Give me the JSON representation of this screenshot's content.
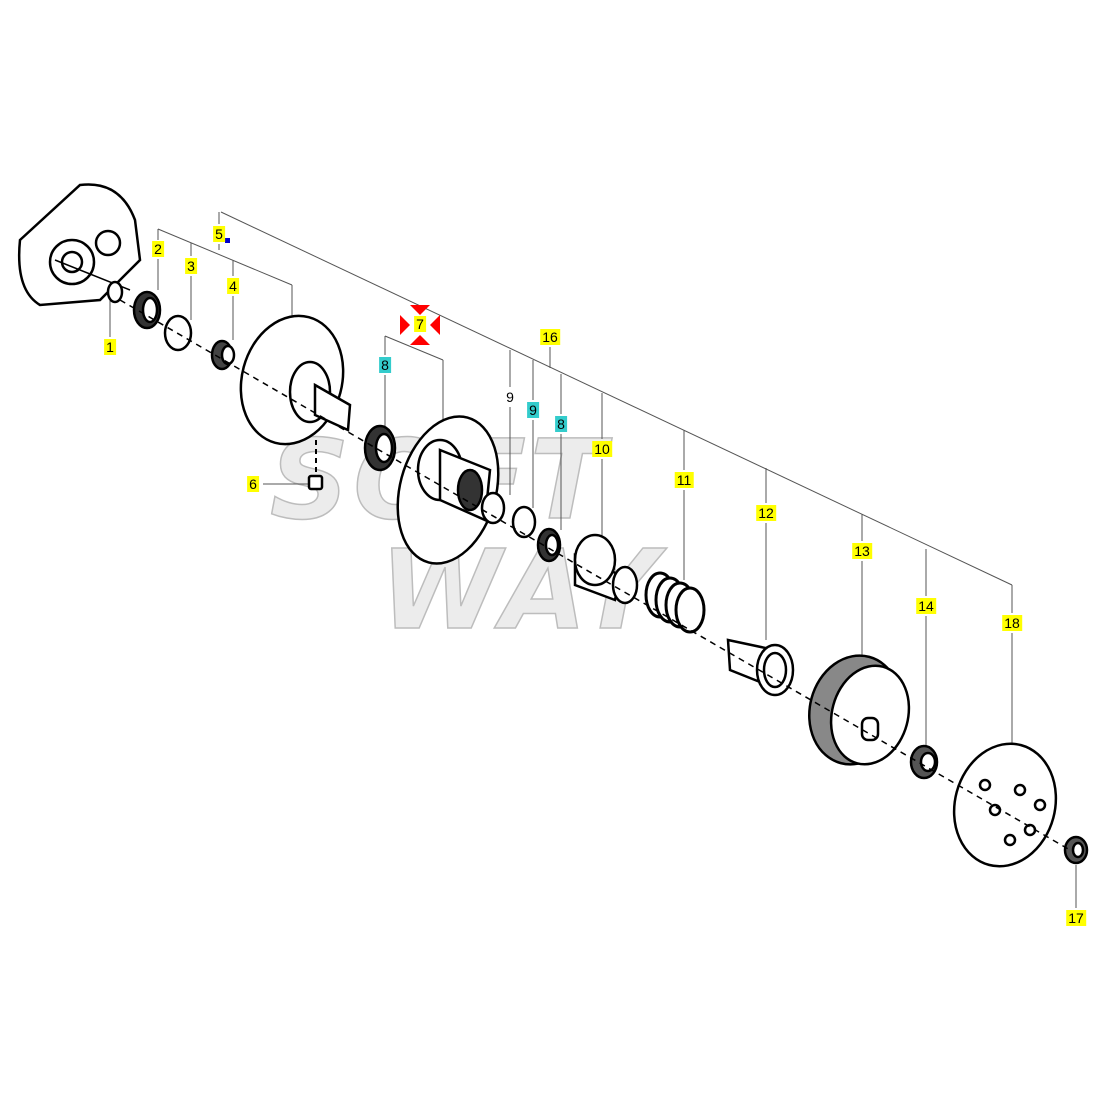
{
  "watermark": {
    "line1": "SOFT",
    "line2": "WAY"
  },
  "callouts": [
    {
      "id": "1",
      "label": "1",
      "highlight": "yellow"
    },
    {
      "id": "2",
      "label": "2",
      "highlight": "yellow"
    },
    {
      "id": "3",
      "label": "3",
      "highlight": "yellow"
    },
    {
      "id": "4",
      "label": "4",
      "highlight": "yellow"
    },
    {
      "id": "5",
      "label": "5",
      "highlight": "yellow"
    },
    {
      "id": "6",
      "label": "6",
      "highlight": "yellow"
    },
    {
      "id": "7",
      "label": "7",
      "highlight": "yellow"
    },
    {
      "id": "8a",
      "label": "8",
      "highlight": "cyan"
    },
    {
      "id": "9a",
      "label": "9",
      "highlight": "plain"
    },
    {
      "id": "9b",
      "label": "9",
      "highlight": "cyan"
    },
    {
      "id": "8b",
      "label": "8",
      "highlight": "cyan"
    },
    {
      "id": "16",
      "label": "16",
      "highlight": "yellow"
    },
    {
      "id": "10",
      "label": "10",
      "highlight": "yellow"
    },
    {
      "id": "11",
      "label": "11",
      "highlight": "yellow"
    },
    {
      "id": "12",
      "label": "12",
      "highlight": "yellow"
    },
    {
      "id": "13",
      "label": "13",
      "highlight": "yellow"
    },
    {
      "id": "14",
      "label": "14",
      "highlight": "yellow"
    },
    {
      "id": "18",
      "label": "18",
      "highlight": "yellow"
    },
    {
      "id": "17",
      "label": "17",
      "highlight": "yellow"
    }
  ],
  "colors": {
    "yellow": "#ffff00",
    "cyan": "#33cccc",
    "marker": "#ff0000"
  }
}
